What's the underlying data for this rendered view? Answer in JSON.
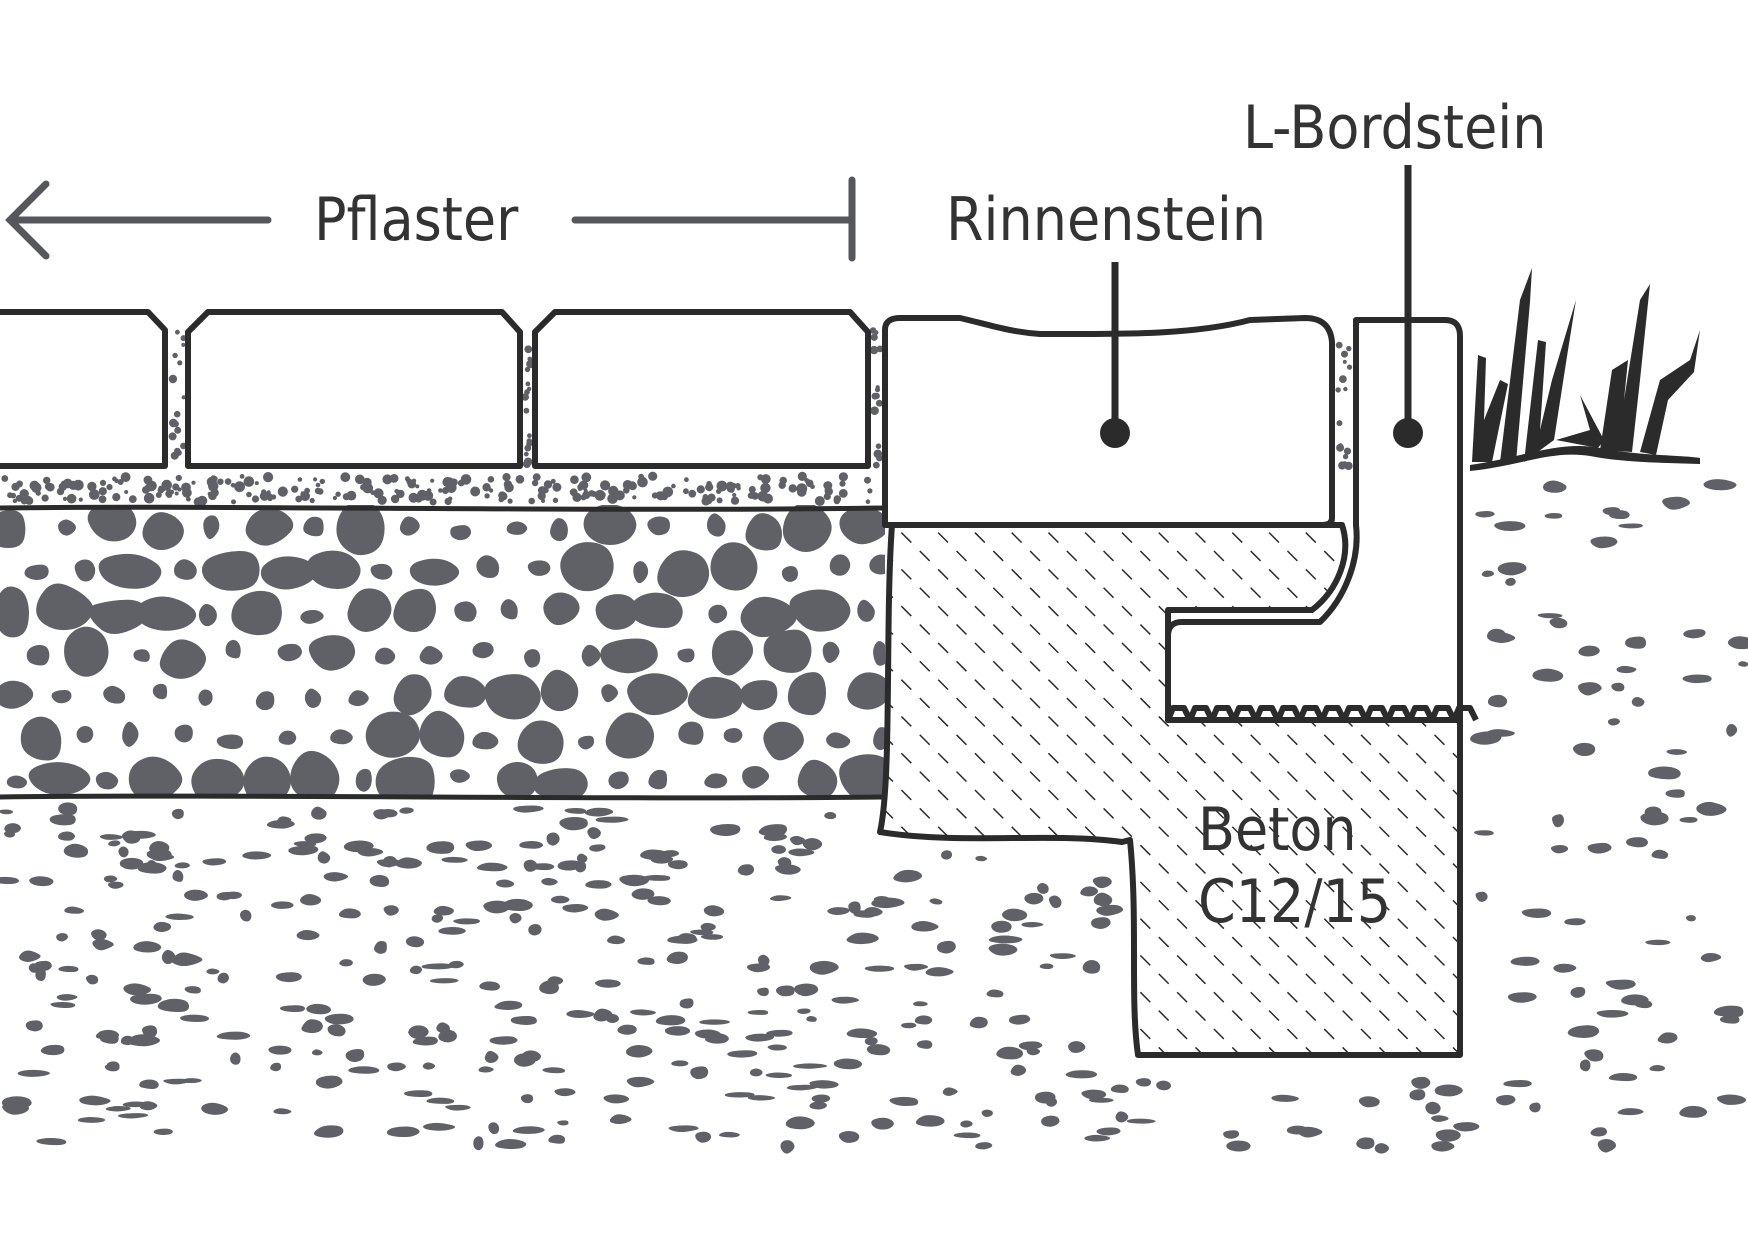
{
  "labels": {
    "pflaster": "Pflaster",
    "rinnenstein": "Rinnenstein",
    "l_bordstein": "L-Bordstein",
    "beton_line1": "Beton",
    "beton_line2": "C12/15"
  },
  "colors": {
    "stroke": "#2b2b2b",
    "stone": "#5f6166",
    "label": "#333333",
    "background": "#ffffff"
  }
}
